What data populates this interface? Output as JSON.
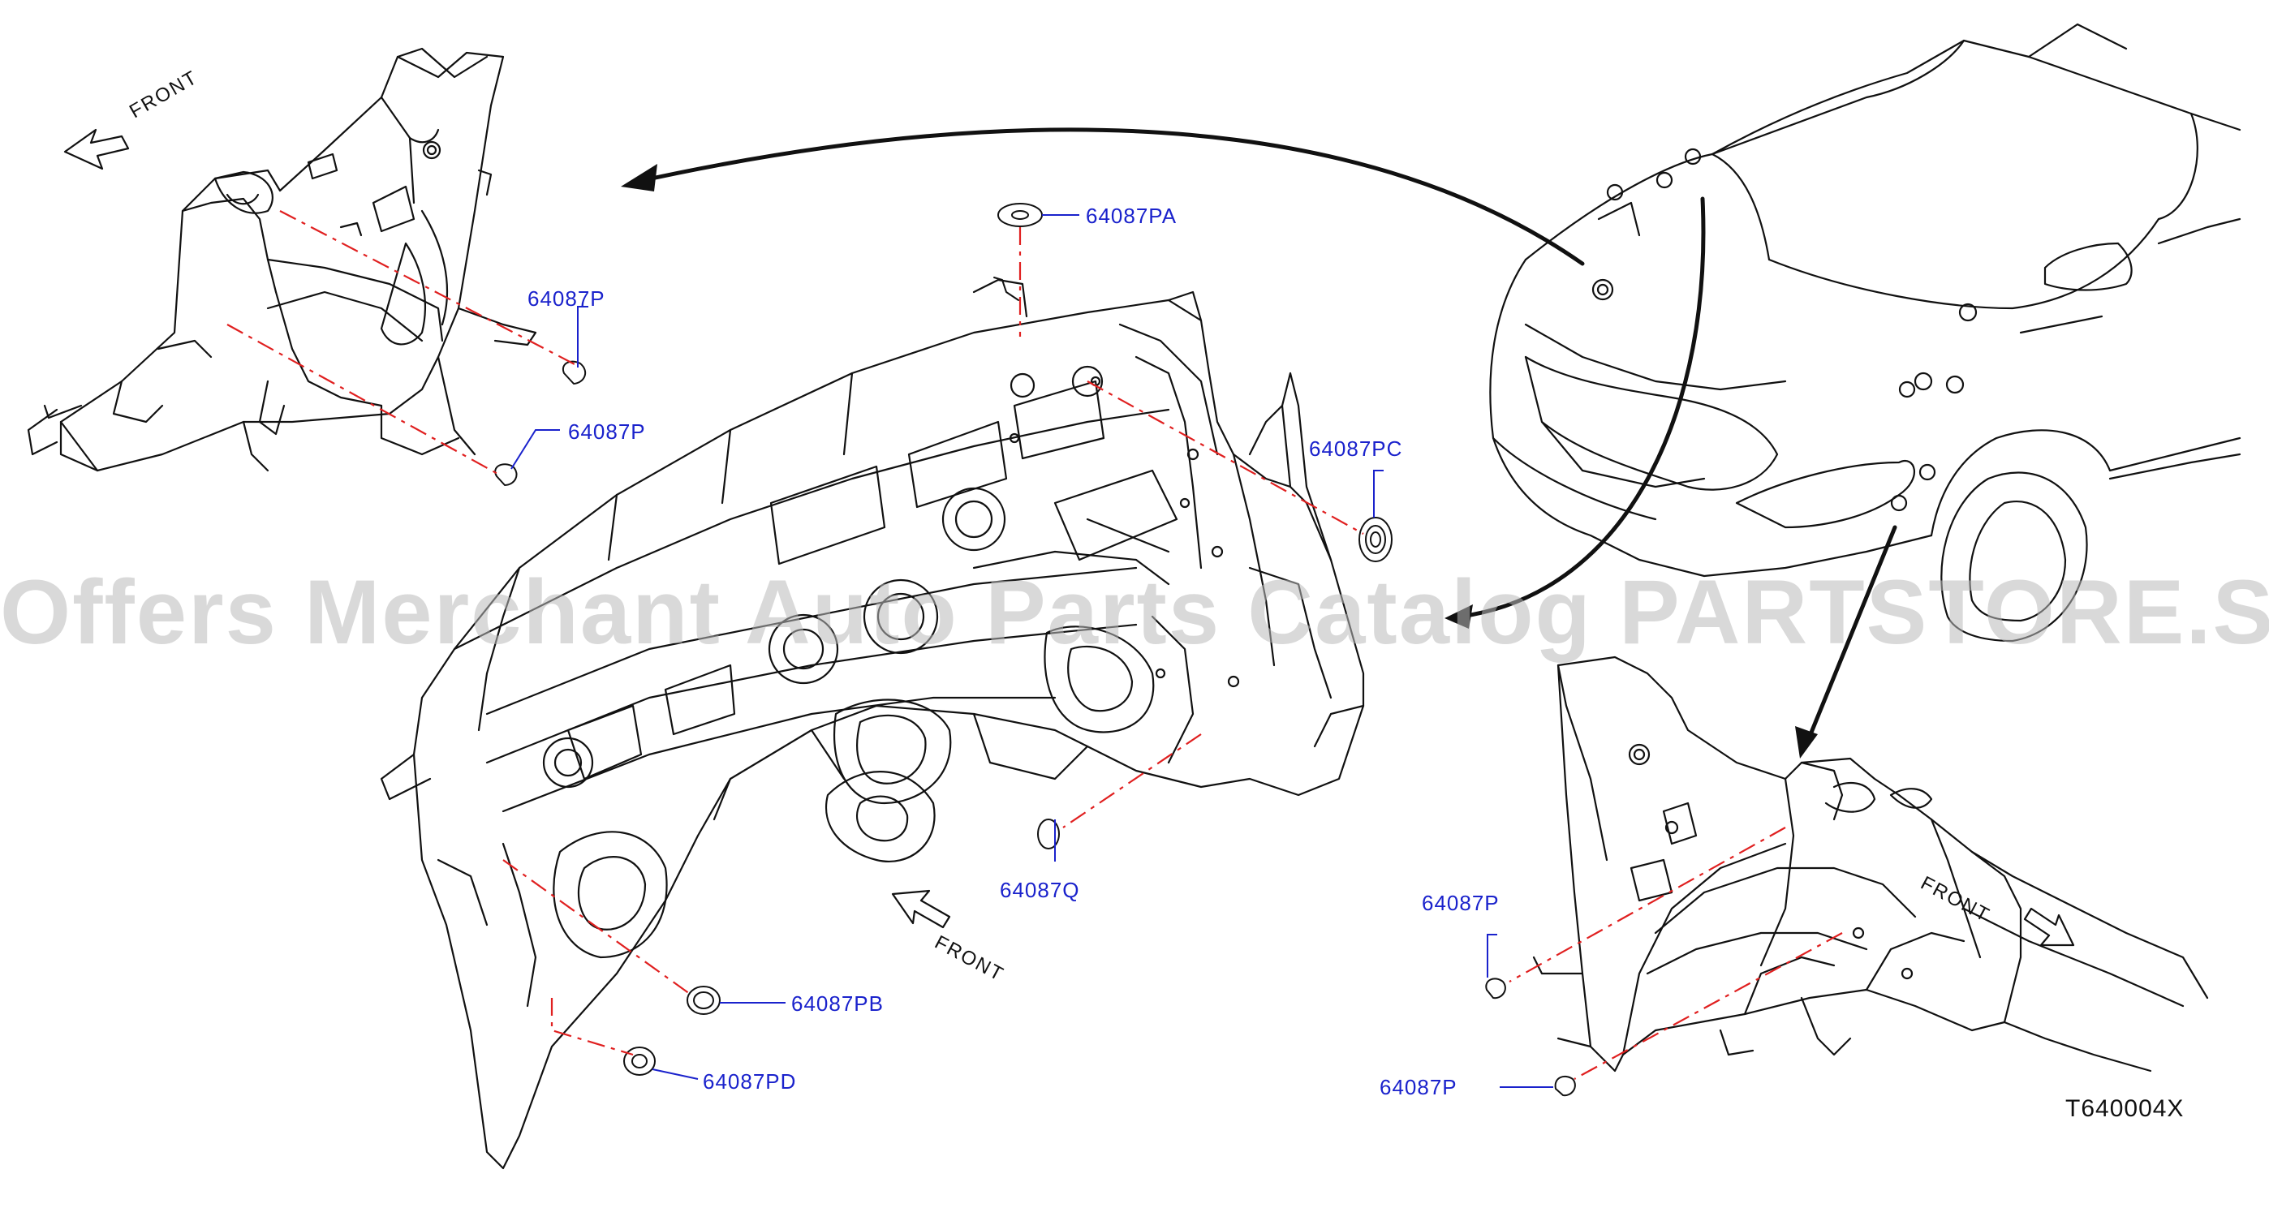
{
  "watermark": "Offers Merchant Auto Parts Catalog PARTSTORE.SA",
  "diagram_code": "T640004X",
  "front_labels": {
    "top_left": "FRONT",
    "center": "FRONT",
    "bottom_right": "FRONT"
  },
  "callouts": {
    "p_left_upper": "64087P",
    "p_left_lower": "64087P",
    "pa": "64087PA",
    "pc": "64087PC",
    "pb": "64087PB",
    "pd": "64087PD",
    "q": "64087Q",
    "p_right_upper": "64087P",
    "p_right_lower": "64087P"
  },
  "colors": {
    "callout_text": "#1a22cc",
    "leader_line": "#1a22cc",
    "dash_line": "#e02020",
    "line_art": "#111111",
    "watermark": "#b9b9b9"
  }
}
